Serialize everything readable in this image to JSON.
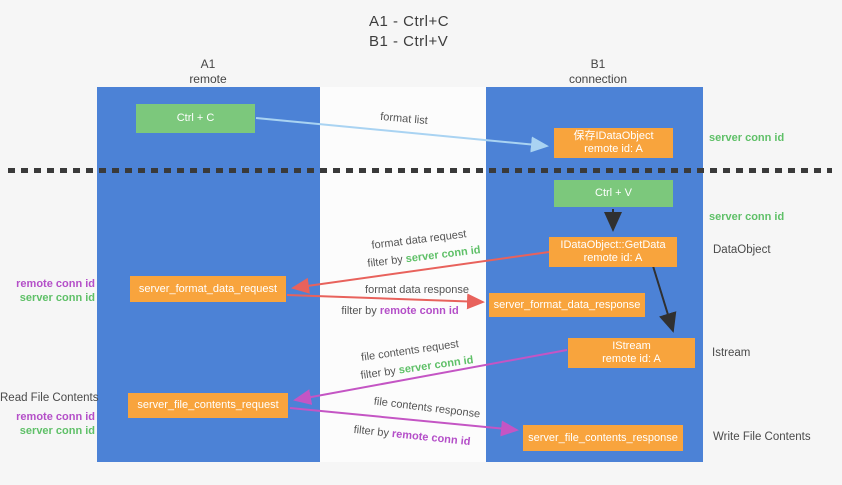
{
  "title": {
    "line1": "A1 - Ctrl+C",
    "line2": "B1 - Ctrl+V"
  },
  "lanes": {
    "left": {
      "header_line1": "A1",
      "header_line2": "remote"
    },
    "right": {
      "header_line1": "B1",
      "header_line2": "connection"
    }
  },
  "nodes": {
    "ctrl_c": "Ctrl + C",
    "ctrl_v": "Ctrl + V",
    "save_idataobject": {
      "line1": "保存IDataObject",
      "line2": "remote id: A"
    },
    "getdata": {
      "line1": "IDataObject::GetData",
      "line2": "remote id: A"
    },
    "istream": {
      "line1": "IStream",
      "line2": "remote id: A"
    },
    "format_request": "server_format_data_request",
    "format_response": "server_format_data_response",
    "file_request": "server_file_contents_request",
    "file_response": "server_file_contents_response"
  },
  "edge_labels": {
    "format_list": "format list",
    "format_data_request": "format data request",
    "format_data_response": "format data response",
    "file_contents_request": "file contents request",
    "file_contents_response": "file contents response",
    "filter_by": "filter by",
    "server_conn_id": "server conn id",
    "remote_conn_id": "remote conn id"
  },
  "side_labels": {
    "server_conn_id_top": "server conn id",
    "server_conn_id_mid": "server conn id",
    "dataobject": "DataObject",
    "istream": "Istream",
    "write_file_contents": "Write File Contents",
    "read_file_contents": "Read File Contents",
    "remote_conn_id": "remote conn id",
    "server_conn_id": "server conn id"
  },
  "colors": {
    "lane_blue": "#4c82d6",
    "box_green": "#7cc87c",
    "box_orange": "#f8a43d",
    "arrow_red": "#e8625c",
    "arrow_magenta": "#c455c4",
    "arrow_light_blue": "#a9d3f2",
    "arrow_black": "#303030",
    "text_green": "#5fc068",
    "text_purple": "#b44fc8",
    "text_gray": "#555555"
  }
}
